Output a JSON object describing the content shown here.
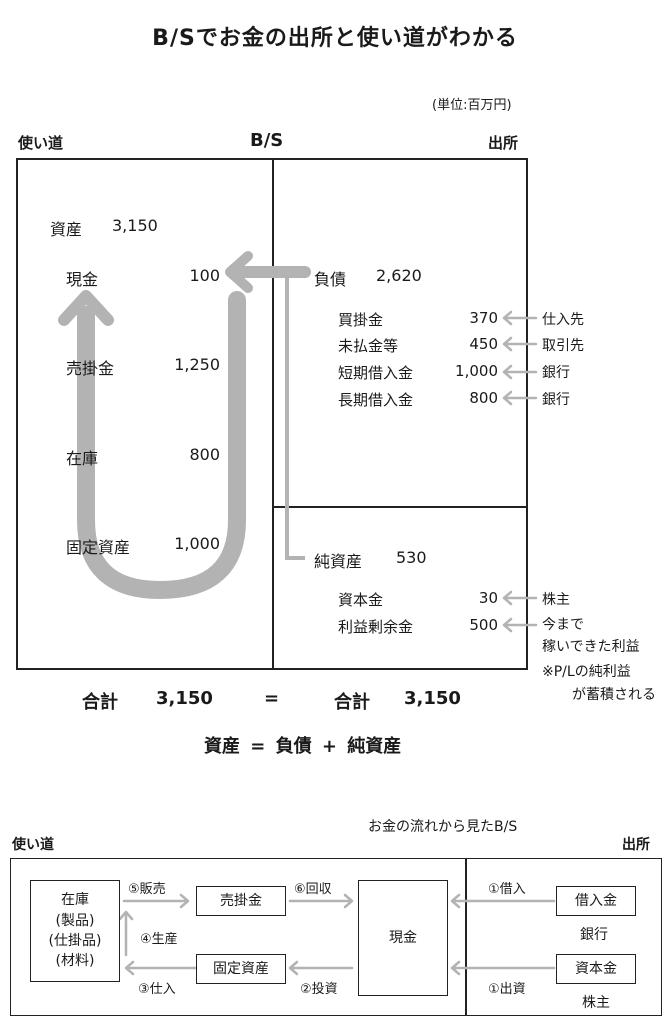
{
  "title": "B/Sでお金の出所と使い道がわかる",
  "unit": "(単位:百万円)",
  "bs": {
    "left_header": "使い道",
    "center_header": "B/S",
    "right_header": "出所",
    "assets": {
      "label": "資産",
      "value": "3,150",
      "items": [
        {
          "label": "現金",
          "value": "100"
        },
        {
          "label": "売掛金",
          "value": "1,250"
        },
        {
          "label": "在庫",
          "value": "800"
        },
        {
          "label": "固定資産",
          "value": "1,000"
        }
      ]
    },
    "liabilities": {
      "label": "負債",
      "value": "2,620",
      "items": [
        {
          "label": "買掛金",
          "value": "370",
          "source": "仕入先"
        },
        {
          "label": "未払金等",
          "value": "450",
          "source": "取引先"
        },
        {
          "label": "短期借入金",
          "value": "1,000",
          "source": "銀行"
        },
        {
          "label": "長期借入金",
          "value": "800",
          "source": "銀行"
        }
      ]
    },
    "net_assets": {
      "label": "純資産",
      "value": "530",
      "items": [
        {
          "label": "資本金",
          "value": "30",
          "source": "株主"
        },
        {
          "label": "利益剰余金",
          "value": "500",
          "source_lines": [
            "今まで",
            "稼いできた利益"
          ]
        }
      ],
      "note_lines": [
        "※P/Lの純利益",
        "が蓄積される"
      ]
    },
    "totals": {
      "left_label": "合計",
      "left_value": "3,150",
      "eq": "=",
      "right_label": "合計",
      "right_value": "3,150"
    },
    "equation": "資産 = 負債 + 純資産"
  },
  "flow": {
    "title": "お金の流れから見たB/S",
    "left_header": "使い道",
    "right_header": "出所",
    "boxes": {
      "inventory_lines": [
        "在庫",
        "(製品)",
        "(仕掛品)",
        "(材料)"
      ],
      "receivables": "売掛金",
      "fixed_assets": "固定資産",
      "cash": "現金",
      "borrowings": "借入金",
      "borrowings_sub": "銀行",
      "capital": "資本金",
      "capital_sub": "株主"
    },
    "arrows": {
      "sales": "⑤販売",
      "collection": "⑥回収",
      "production": "④生産",
      "purchase": "③仕入",
      "investment": "②投資",
      "borrow": "①借入",
      "invest_capital": "①出資"
    }
  },
  "colors": {
    "arrow": "#b3b3b3",
    "line": "#222222"
  }
}
